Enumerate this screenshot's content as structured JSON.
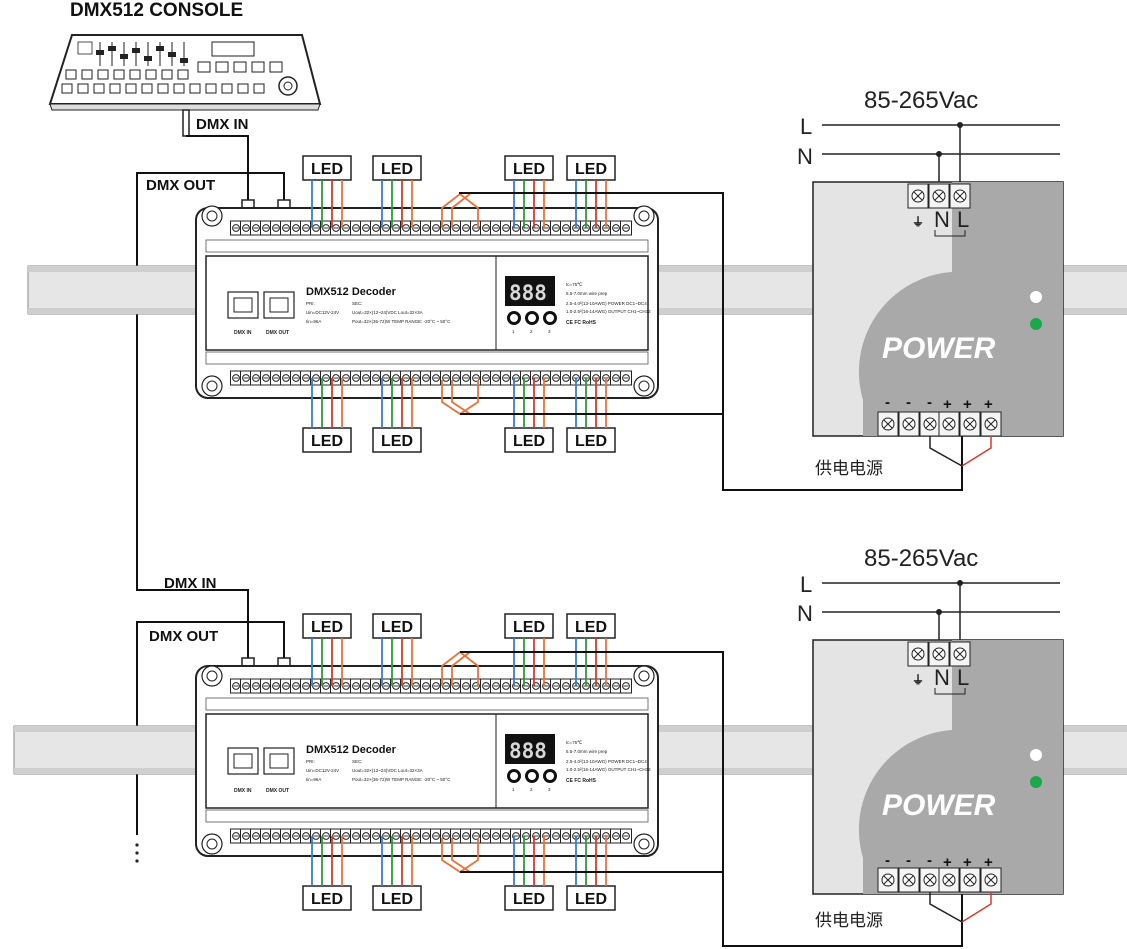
{
  "console": {
    "title": "DMX512 CONSOLE"
  },
  "labels": {
    "dmx_in": "DMX IN",
    "dmx_out": "DMX OUT",
    "led": "LED",
    "ac_input": "85-265Vac",
    "line": "L",
    "neutral": "N",
    "power_supply_cn": "供电电源",
    "power_word": "POWER",
    "ground_symbol": "⏚",
    "minus": "-",
    "plus": "+"
  },
  "decoder": {
    "title": "DMX512 Decoder",
    "display": "888",
    "dmx_in_label": "DMX IN",
    "dmx_out_label": "DMX OUT",
    "spec_left": [
      "PRI:",
      "Uin=DC12V-24V",
      "Iin=96A"
    ],
    "spec_mid": [
      "SEC:",
      "Uout=32×(12~24)VDC  Lout=32×3A",
      "Pout=32×(36-72)W  TEMP RANGE: -20°C ~ 50°C"
    ],
    "spec_right": [
      "tc=75℃",
      "5.5-7.0mm wire prep",
      "2.5-4.0²(13-10AWG) POWER DC1~DC4",
      "1.0-2.5²(16-14AWG) OUTPUT CH1~CH32"
    ],
    "cert": "CE  FC  RoHS",
    "buttons": [
      "1",
      "2",
      "3"
    ]
  },
  "colors": {
    "wire_blue": "#3a7bd5",
    "wire_green": "#2e9a3a",
    "wire_red": "#d63a2a",
    "wire_orange": "#e8733a",
    "status_green": "#1aa84a",
    "psu_gray": "#a9a9a9",
    "psu_light": "#e0e0e0"
  }
}
